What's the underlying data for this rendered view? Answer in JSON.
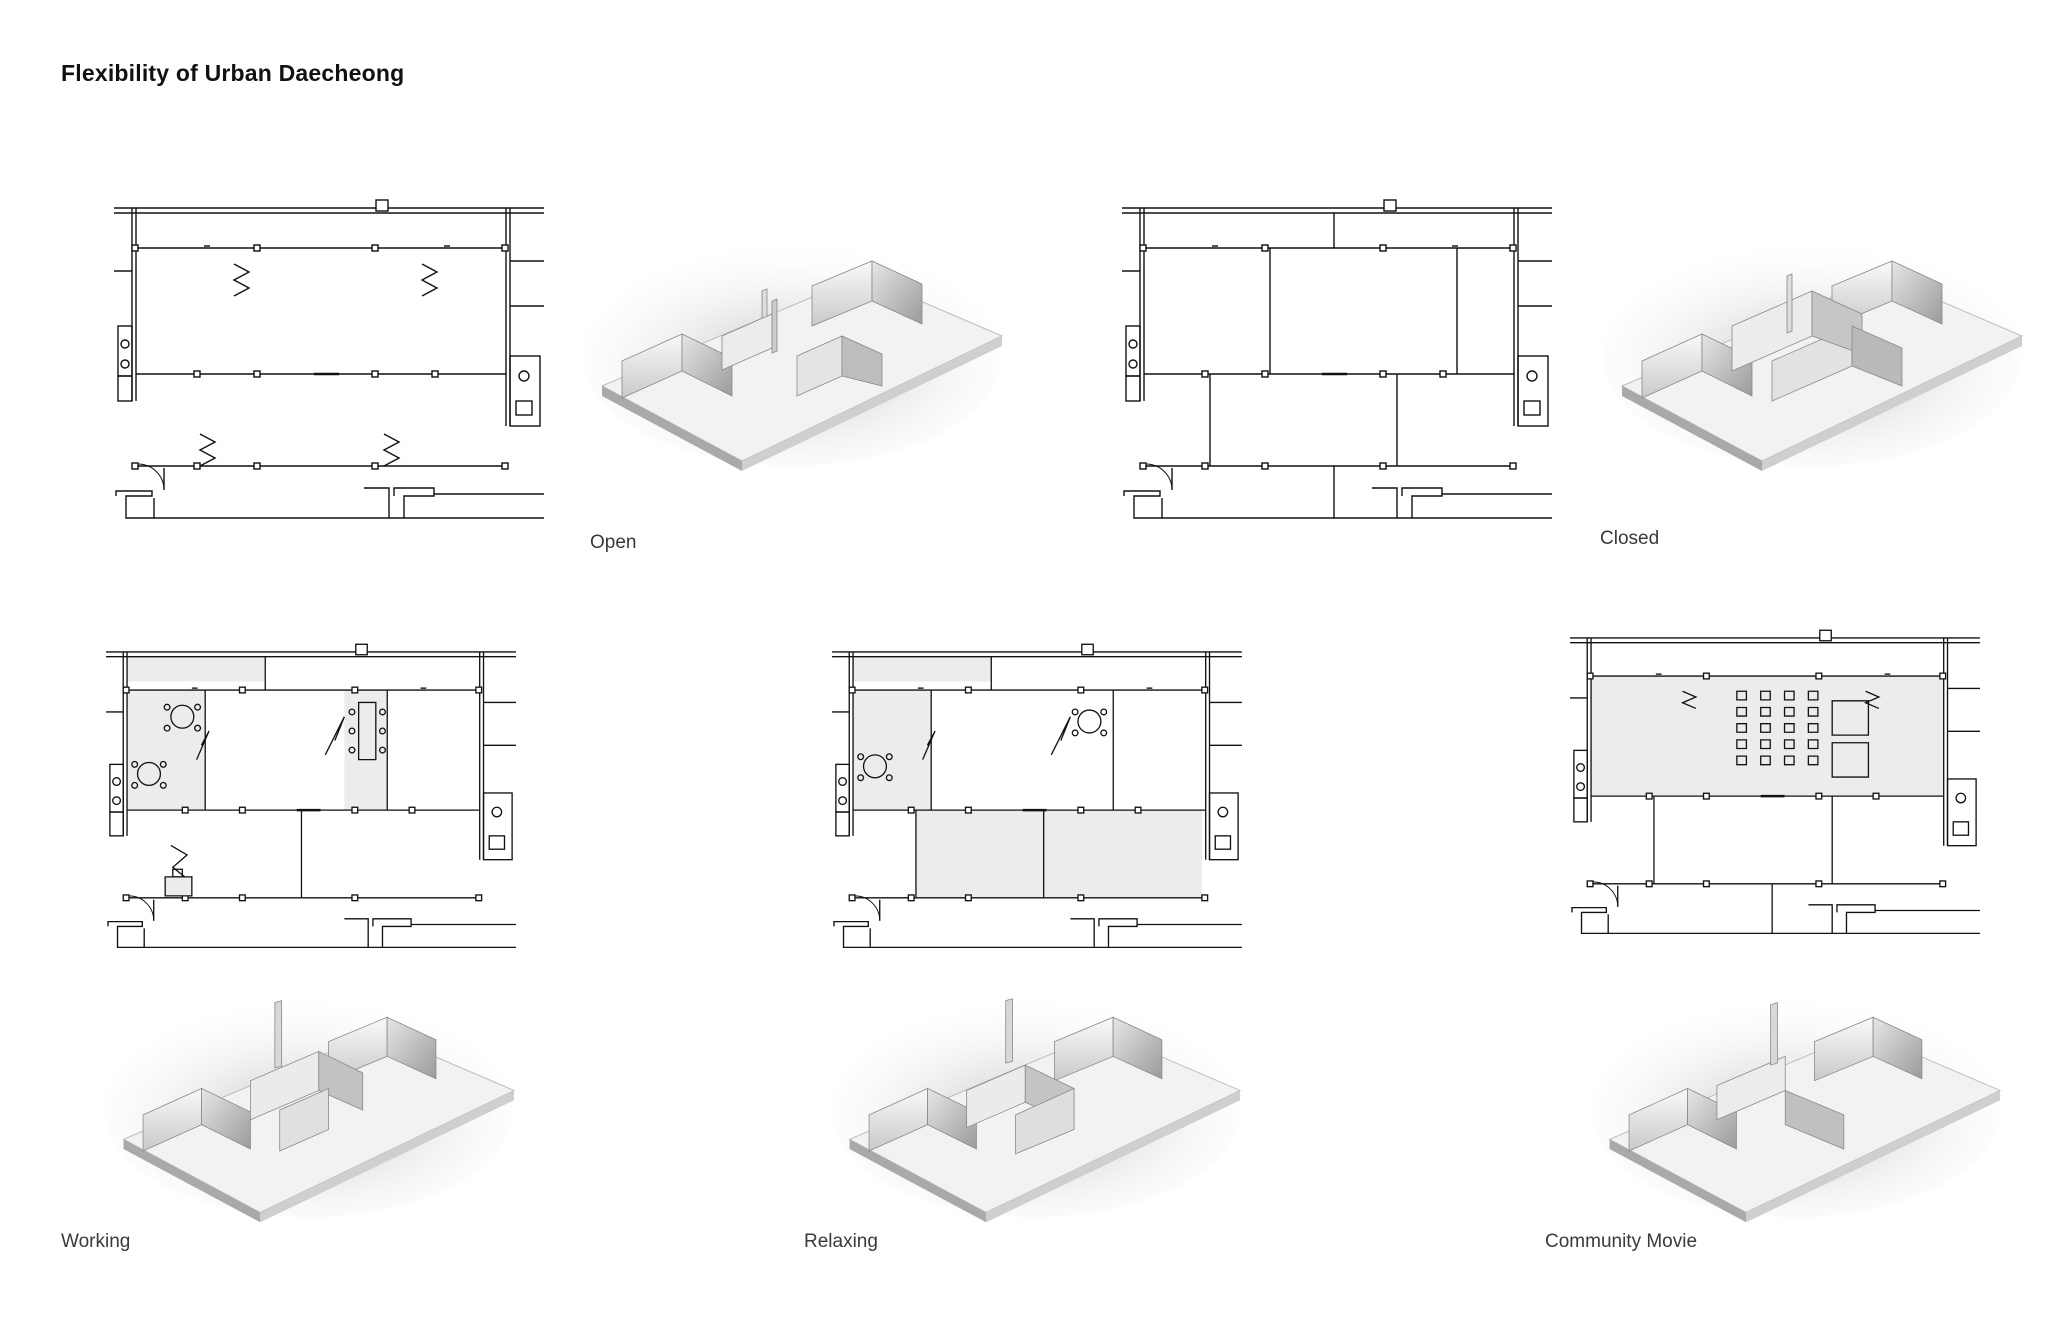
{
  "title": "Flexibility of Urban Daecheong",
  "scenarios": [
    {
      "label": "Open"
    },
    {
      "label": "Closed"
    },
    {
      "label": "Working"
    },
    {
      "label": "Relaxing"
    },
    {
      "label": "Community Movie"
    }
  ],
  "colors": {
    "ink": "#111111",
    "shade": "#ececec",
    "iso_light": "#f4f4f4",
    "iso_mid": "#d6d6d6",
    "iso_dark": "#9a9a9a"
  }
}
